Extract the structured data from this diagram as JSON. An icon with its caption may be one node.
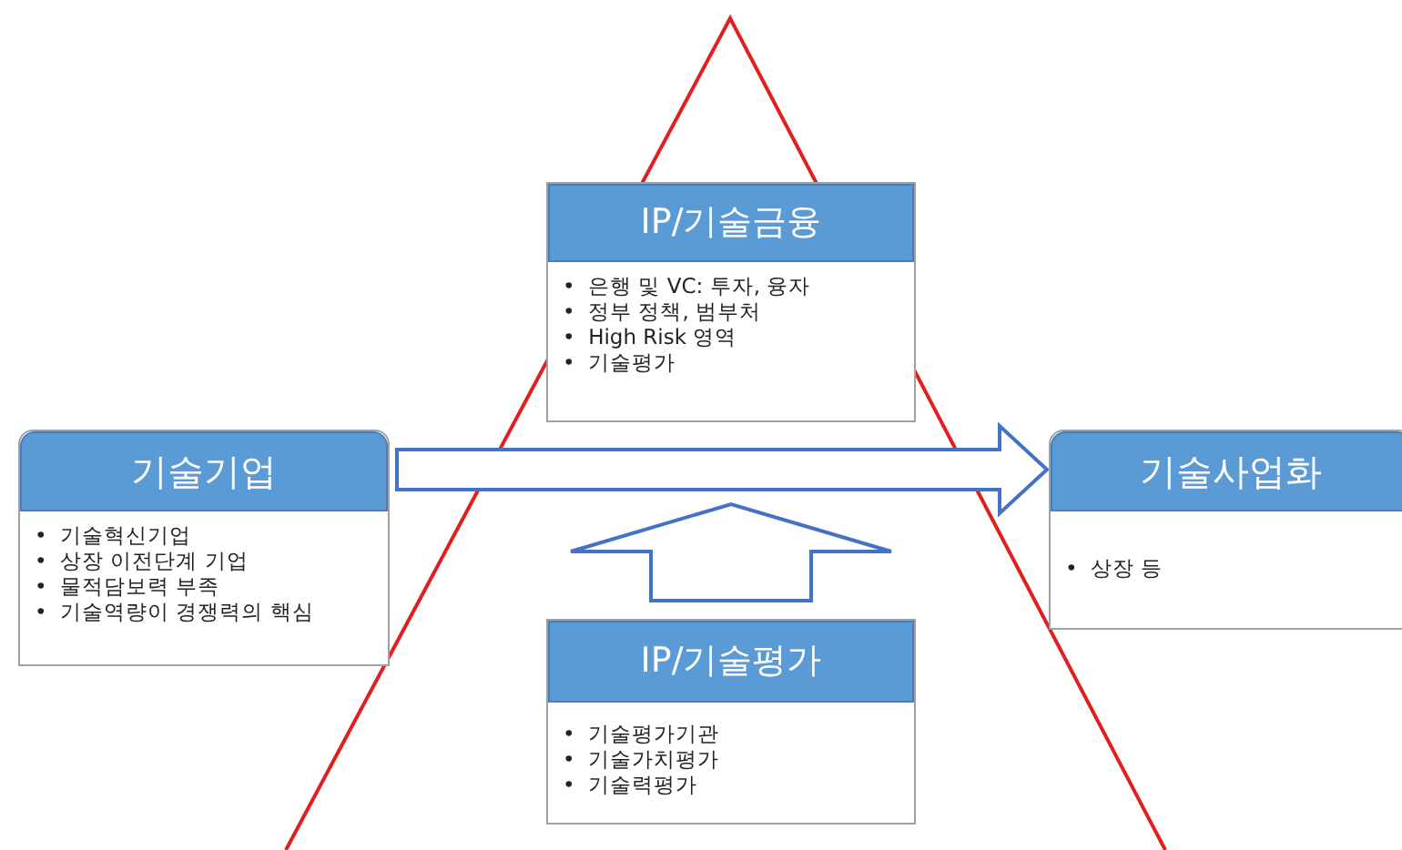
{
  "diagram": {
    "nodes": [
      {
        "text": [
          "기술기업",
          "•  기술혁신기업",
          "•  상장 이전단계 기업",
          "•  물적담보력 부족",
          "•  기술역량이 경쟁력의 핵심"
        ]
      },
      {
        "text": [
          "IP/기술금융",
          "•  은행 및 VC: 투자, 융자",
          "•  정부 정책, 범부처",
          "•  High Risk 영역",
          "•  기술평가"
        ]
      },
      {
        "text": [
          "기술사업화",
          "•  상장 등"
        ]
      },
      {
        "text": [
          "IP/기술평가",
          "•  기술평가기관",
          "•  기술가치평가",
          "•  기술력평가"
        ]
      }
    ],
    "edges": [
      {
        "from": 0,
        "to": 2,
        "arrow": "to"
      },
      {
        "from": 3,
        "to": 1,
        "arrow": "to"
      }
    ]
  }
}
